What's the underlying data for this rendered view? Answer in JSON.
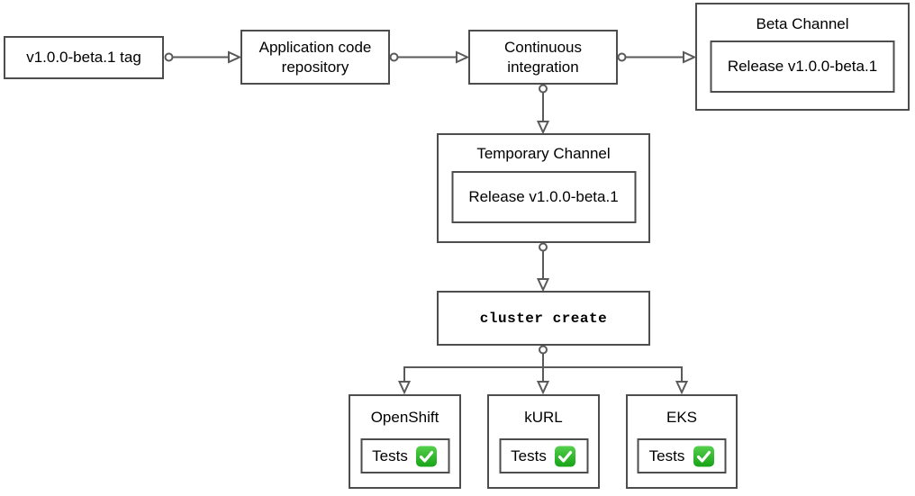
{
  "diagram": {
    "kind": "release-pipeline-flowchart",
    "colors": {
      "background": "#ffffff",
      "box_border": "#4d4d4d",
      "connector": "#5a5a5a",
      "text": "#000000",
      "check_green_top": "#55d04c",
      "check_green_bottom": "#17a317"
    },
    "nodes": {
      "tag": {
        "label": "v1.0.0-beta.1 tag"
      },
      "repo": {
        "label": "Application code repository"
      },
      "ci": {
        "label": "Continuous integration"
      },
      "beta_channel": {
        "title": "Beta Channel",
        "release_label": "Release v1.0.0-beta.1"
      },
      "temporary_channel": {
        "title": "Temporary Channel",
        "release_label": "Release v1.0.0-beta.1"
      },
      "cluster_create": {
        "label": "cluster create"
      },
      "distributions": [
        {
          "title": "OpenShift",
          "tests_label": "Tests",
          "status_icon": "white-check-mark"
        },
        {
          "title": "kURL",
          "tests_label": "Tests",
          "status_icon": "white-check-mark"
        },
        {
          "title": "EKS",
          "tests_label": "Tests",
          "status_icon": "white-check-mark"
        }
      ]
    },
    "edges": [
      "tag -> repo",
      "repo -> ci",
      "ci -> beta_channel",
      "ci -> temporary_channel",
      "temporary_channel -> cluster_create",
      "cluster_create -> openshift",
      "cluster_create -> kurl",
      "cluster_create -> eks"
    ]
  }
}
